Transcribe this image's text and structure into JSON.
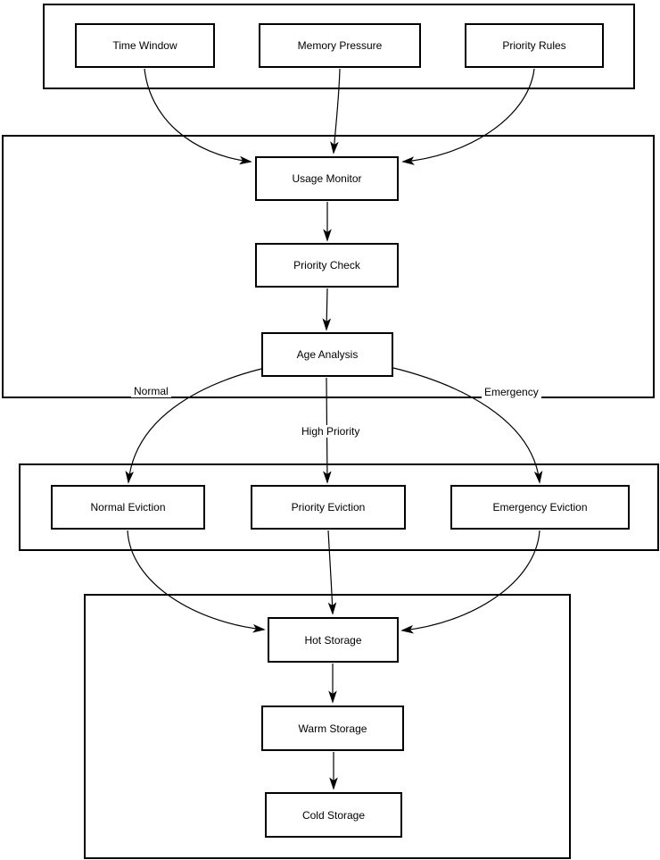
{
  "diagram": {
    "type": "flowchart",
    "background_color": "#ffffff",
    "stroke_color": "#000000",
    "groups": [
      {
        "id": "inputs",
        "nodes": [
          "time_window",
          "memory_pressure",
          "priority_rules"
        ]
      },
      {
        "id": "analysis",
        "nodes": [
          "usage_monitor",
          "priority_check",
          "age_analysis"
        ]
      },
      {
        "id": "eviction",
        "nodes": [
          "normal_eviction",
          "priority_eviction",
          "emergency_eviction"
        ]
      },
      {
        "id": "storage",
        "nodes": [
          "hot_storage",
          "warm_storage",
          "cold_storage"
        ]
      }
    ],
    "nodes": {
      "time_window": {
        "label": "Time Window"
      },
      "memory_pressure": {
        "label": "Memory Pressure"
      },
      "priority_rules": {
        "label": "Priority Rules"
      },
      "usage_monitor": {
        "label": "Usage Monitor"
      },
      "priority_check": {
        "label": "Priority Check"
      },
      "age_analysis": {
        "label": "Age Analysis"
      },
      "normal_eviction": {
        "label": "Normal Eviction"
      },
      "priority_eviction": {
        "label": "Priority Eviction"
      },
      "emergency_eviction": {
        "label": "Emergency Eviction"
      },
      "hot_storage": {
        "label": "Hot Storage"
      },
      "warm_storage": {
        "label": "Warm Storage"
      },
      "cold_storage": {
        "label": "Cold Storage"
      }
    },
    "edges": [
      {
        "from": "time_window",
        "to": "usage_monitor"
      },
      {
        "from": "memory_pressure",
        "to": "usage_monitor"
      },
      {
        "from": "priority_rules",
        "to": "usage_monitor"
      },
      {
        "from": "usage_monitor",
        "to": "priority_check"
      },
      {
        "from": "priority_check",
        "to": "age_analysis"
      },
      {
        "from": "age_analysis",
        "to": "normal_eviction",
        "label": "Normal"
      },
      {
        "from": "age_analysis",
        "to": "priority_eviction",
        "label": "High Priority"
      },
      {
        "from": "age_analysis",
        "to": "emergency_eviction",
        "label": "Emergency"
      },
      {
        "from": "normal_eviction",
        "to": "hot_storage"
      },
      {
        "from": "priority_eviction",
        "to": "hot_storage"
      },
      {
        "from": "emergency_eviction",
        "to": "hot_storage"
      },
      {
        "from": "hot_storage",
        "to": "warm_storage"
      },
      {
        "from": "warm_storage",
        "to": "cold_storage"
      }
    ],
    "edge_labels": {
      "normal": "Normal",
      "high_priority": "High Priority",
      "emergency": "Emergency"
    }
  }
}
